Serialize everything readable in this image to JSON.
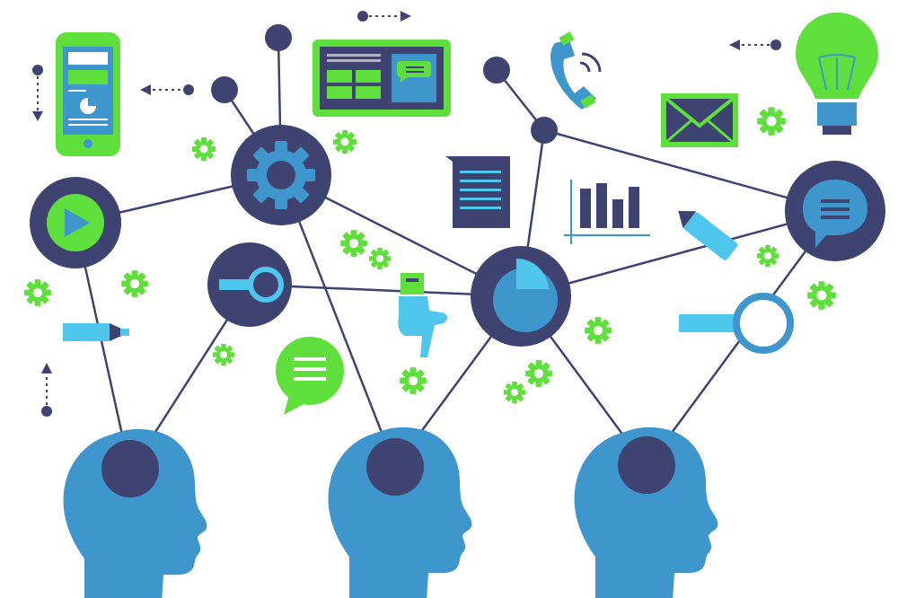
{
  "colors": {
    "navy": "#3f4371",
    "blue": "#3e96cc",
    "light_blue": "#4ec6ee",
    "green": "#5fdf3b",
    "white": "#ffffff"
  },
  "scene": {
    "heads": [
      "head-silhouette",
      "head-silhouette",
      "head-silhouette"
    ],
    "hub_icons": [
      "play-icon",
      "gear-icon",
      "magnifier-icon",
      "pie-chart-icon",
      "chat-bubble-icon"
    ],
    "floating_icons": [
      "smartphone-icon",
      "browser-window-icon",
      "phone-handset-icon",
      "envelope-icon",
      "lightbulb-icon",
      "document-icon",
      "bar-chart-icon",
      "marker-icon",
      "pointing-hand-icon",
      "speech-bubble-icon",
      "search-icon",
      "pencil-icon"
    ]
  }
}
